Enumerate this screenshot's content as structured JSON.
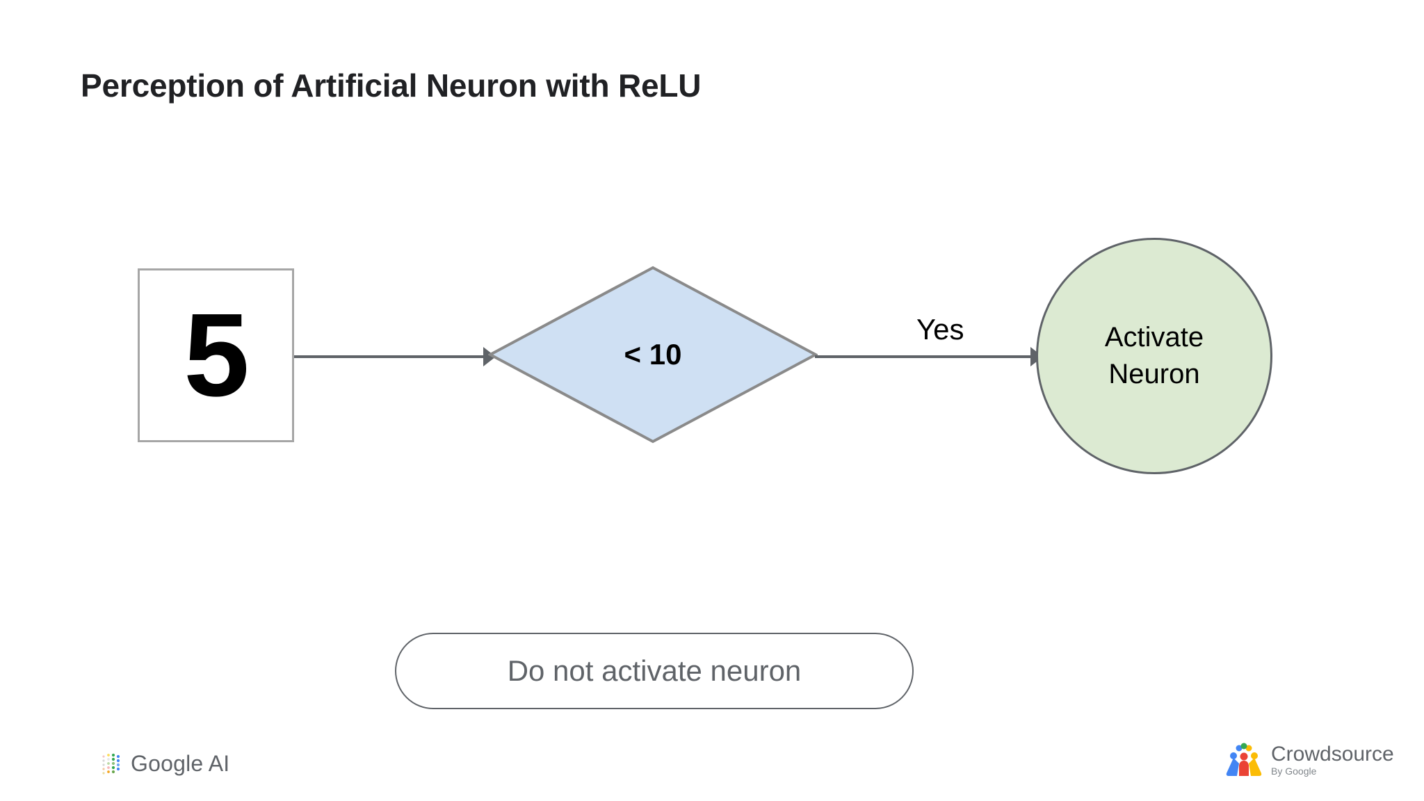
{
  "slide": {
    "title": "Perception of Artificial Neuron with ReLU",
    "background_color": "#ffffff"
  },
  "diagram": {
    "type": "flowchart",
    "nodes": [
      {
        "id": "input",
        "shape": "rectangle",
        "label": "5",
        "fill_color": "#ffffff",
        "border_color": "#a6a6a6"
      },
      {
        "id": "decision",
        "shape": "diamond",
        "label": "< 10",
        "fill_color": "#cfe0f3",
        "border_color": "#8a8a8a"
      },
      {
        "id": "activate",
        "shape": "circle",
        "label": "Activate Neuron",
        "fill_color": "#dcead2",
        "border_color": "#5f6368"
      },
      {
        "id": "no-activate",
        "shape": "pill",
        "label": "Do not activate neuron",
        "fill_color": "#ffffff",
        "border_color": "#5f6368",
        "text_color": "#5f6368"
      }
    ],
    "edges": [
      {
        "from": "input",
        "to": "decision",
        "label": "",
        "color": "#5f6368"
      },
      {
        "from": "decision",
        "to": "activate",
        "label": "Yes",
        "color": "#5f6368"
      }
    ]
  },
  "footer": {
    "left_logo": {
      "icon": "google-ai-dots-icon",
      "text": "Google AI"
    },
    "right_logo": {
      "icon": "crowdsource-people-icon",
      "name": "Crowdsource",
      "byline": "By Google"
    }
  }
}
